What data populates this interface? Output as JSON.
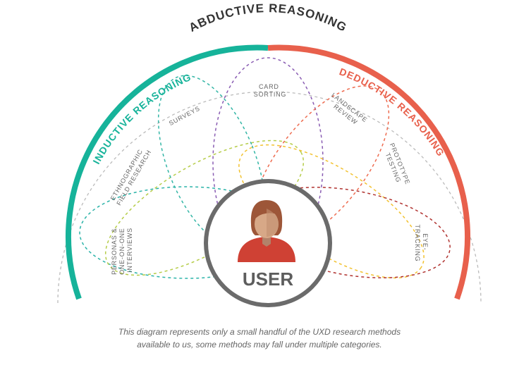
{
  "title": "ABDUCTIVE REASONING",
  "left_arc": {
    "label": "INDUCTIVE REASONING",
    "color": "#16b39a"
  },
  "right_arc": {
    "label": "DEDUCTIVE REASONING",
    "color": "#e8604c"
  },
  "center": {
    "label": "USER",
    "icon": "user-avatar-icon",
    "ring_color": "#6b6b6b"
  },
  "methods": [
    {
      "id": "personas",
      "lines": [
        "PERSONAS &",
        "ONE-ON-ONE",
        "INTERVIEWS"
      ],
      "color": "#2ab3a8"
    },
    {
      "id": "ethnographic",
      "lines": [
        "ETHNOGRAPHIC",
        "FIELD RESEARCH"
      ],
      "color": "#b6cd4a"
    },
    {
      "id": "surveys",
      "lines": [
        "SURVEYS"
      ],
      "color": "#34b6a6"
    },
    {
      "id": "card-sorting",
      "lines": [
        "CARD",
        "SORTING"
      ],
      "color": "#8a5db3"
    },
    {
      "id": "landscape-review",
      "lines": [
        "LANDSCAPE",
        "REVIEW"
      ],
      "color": "#ee6b4f"
    },
    {
      "id": "prototype-testing",
      "lines": [
        "PROTOTYPE",
        "TESTING"
      ],
      "color": "#f2c230"
    },
    {
      "id": "eye-tracking",
      "lines": [
        "EYE-",
        "TRACKING"
      ],
      "color": "#b0322f"
    }
  ],
  "caption": {
    "line1": "This diagram represents only a small handful of the UXD research methods",
    "line2": "available to us, some methods may fall under multiple categories."
  }
}
